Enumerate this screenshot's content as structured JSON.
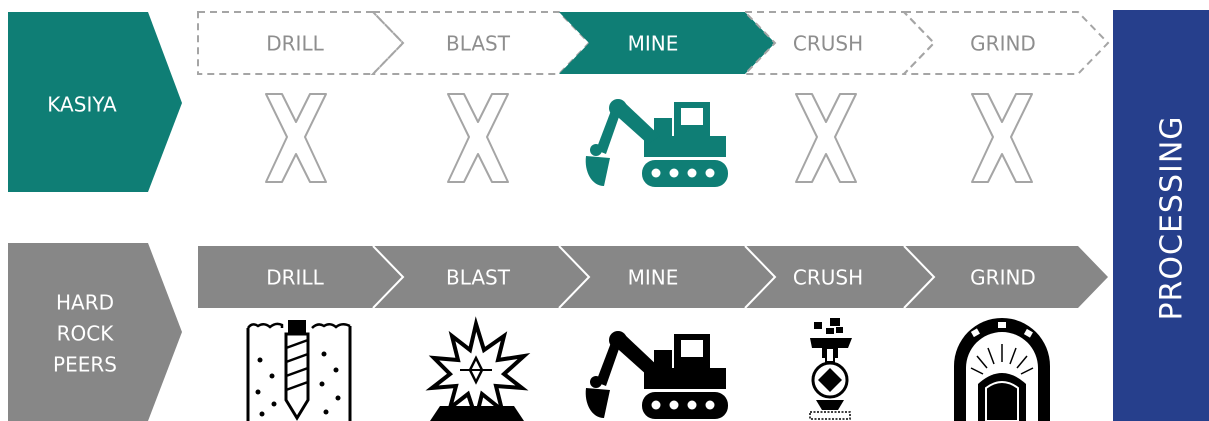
{
  "rows": {
    "kasiya": {
      "label_lines": [
        "KASIYA"
      ],
      "steps": [
        "DRILL",
        "BLAST",
        "MINE",
        "CRUSH",
        "GRIND"
      ],
      "active_step": "MINE",
      "step_states": [
        "skipped",
        "skipped",
        "active",
        "skipped",
        "skipped"
      ],
      "icons": [
        "x-icon",
        "x-icon",
        "excavator-icon",
        "x-icon",
        "x-icon"
      ]
    },
    "hard_rock_peers": {
      "label_lines": [
        "HARD",
        "ROCK",
        "PEERS"
      ],
      "steps": [
        "DRILL",
        "BLAST",
        "MINE",
        "CRUSH",
        "GRIND"
      ],
      "icons": [
        "drill-icon",
        "blast-icon",
        "excavator-icon",
        "crusher-icon",
        "grinding-mill-icon"
      ]
    }
  },
  "processing": {
    "label": "PROCESSING"
  },
  "colors": {
    "teal": "#0f7e75",
    "gray": "#878787",
    "navy": "#263f8c",
    "white": "#ffffff",
    "black": "#000000",
    "outline_gray": "#a5a5a5"
  }
}
